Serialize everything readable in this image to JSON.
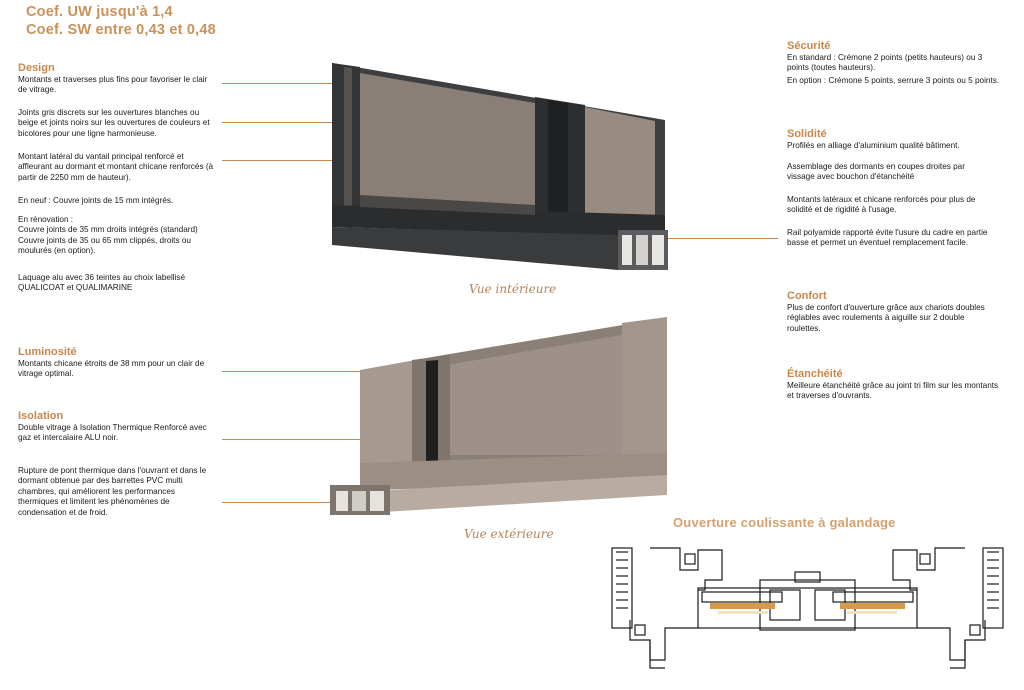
{
  "header": {
    "coef_uw": "Coef. UW jusqu'à 1,4",
    "coef_sw": "Coef. SW entre 0,43 et 0,48"
  },
  "left": {
    "design": {
      "title": "Design",
      "p1": "Montants et traverses plus fins pour favoriser le clair de vitrage.",
      "p2": "Joints gris discrets sur les ouvertures blanches ou beige et joints noirs sur les ouvertures de couleurs et bicolores pour une ligne harmonieuse.",
      "p3": "Montant latéral du vantail principal renforcé et affleurant au dormant et montant chicane renforcés (à partir de 2250 mm de hauteur).",
      "p4": "En neuf : Couvre joints de 15 mm intégrés.",
      "p5a": "En rénovation :",
      "p5b": "Couvre joints de 35 mm droits intégrés (standard)",
      "p5c": "Couvre joints de 35 ou 65 mm clippés, droits ou moulurés (en option).",
      "p6": "Laquage alu avec 36 teintes au choix labellisé QUALICOAT et QUALIMARINE"
    },
    "luminosite": {
      "title": "Luminosité",
      "p1": "Montants chicane étroits de 38 mm pour un clair de vitrage optimal."
    },
    "isolation": {
      "title": "Isolation",
      "p1": "Double vitrage à Isolation Thermique Renforcé avec gaz et intercalaire ALU noir.",
      "p2": "Rupture de pont thermique dans l'ouvrant et dans le dormant obtenue par des barrettes PVC multi chambres, qui améliorent les performances thermiques et limitent les phénomènes de condensation et de froid."
    }
  },
  "right": {
    "securite": {
      "title": "Sécurité",
      "p1": "En standard : Crémone 2 points (petits hauteurs) ou 3 points (toutes hauteurs).",
      "p2": "En option : Crémone 5 points, serrure 3 points ou 5 points."
    },
    "solidite": {
      "title": "Solidité",
      "p1": "Profilés en alliage d'aluminium qualité bâtiment.",
      "p2": "Assemblage des dormants en coupes droites par vissage avec bouchon d'étanchéité",
      "p3": "Montants latéraux et chicane renforcés pour plus de solidité et de rigidité à l'usage.",
      "p4": "Rail polyamide rapporté évite l'usure du cadre en partie basse et permet un éventuel remplacement facile."
    },
    "confort": {
      "title": "Confort",
      "p1": "Plus de confort d'ouverture grâce aux chariots doubles réglables avec roulements à aiguille sur 2 double roulettes."
    },
    "etancheite": {
      "title": "Étanchéité",
      "p1": "Meilleure étanchéité grâce au joint tri film sur les montants et traverses d'ouvrants."
    }
  },
  "captions": {
    "interior": "Vue intérieure",
    "exterior": "Vue extérieure"
  },
  "section_diagram": {
    "title": "Ouverture coulissante à galandage"
  },
  "colors": {
    "accent": "#c8874c",
    "heading_light": "#d4a070",
    "frame_dark": "#3a3a3c",
    "frame_light": "#8f8379",
    "glass": "#a89c93"
  }
}
